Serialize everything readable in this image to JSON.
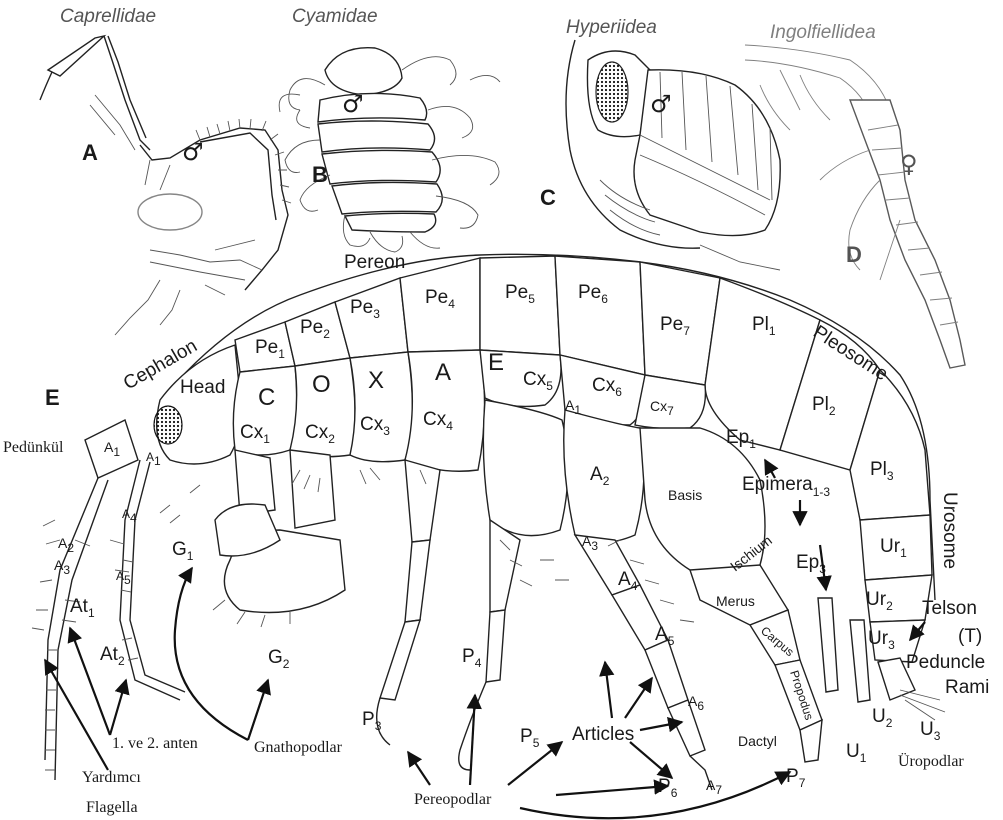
{
  "panels": {
    "a": {
      "taxon": "Caprellidae",
      "letter": "A",
      "sex": "♂"
    },
    "b": {
      "taxon": "Cyamidae",
      "letter": "B",
      "sex": "♂"
    },
    "c": {
      "taxon": "Hyperiidea",
      "letter": "C",
      "sex": "♂"
    },
    "d": {
      "taxon": "Ingolfiellidea",
      "letter": "D",
      "sex": "♀"
    },
    "e": {
      "letter": "E"
    }
  },
  "body_regions": {
    "pereon": "Pereon",
    "cephalon": "Cephalon",
    "pleosome": "Pleosome",
    "urosome": "Urosome",
    "head": "Head"
  },
  "pereonites": [
    {
      "base": "Pe",
      "sub": "1"
    },
    {
      "base": "Pe",
      "sub": "2"
    },
    {
      "base": "Pe",
      "sub": "3"
    },
    {
      "base": "Pe",
      "sub": "4"
    },
    {
      "base": "Pe",
      "sub": "5"
    },
    {
      "base": "Pe",
      "sub": "6"
    },
    {
      "base": "Pe",
      "sub": "7"
    }
  ],
  "pleonites": [
    {
      "base": "Pl",
      "sub": "1"
    },
    {
      "base": "Pl",
      "sub": "2"
    },
    {
      "base": "Pl",
      "sub": "3"
    }
  ],
  "coxa_word": [
    "C",
    "O",
    "X",
    "A",
    "E"
  ],
  "coxae": [
    {
      "base": "Cx",
      "sub": "1"
    },
    {
      "base": "Cx",
      "sub": "2"
    },
    {
      "base": "Cx",
      "sub": "3"
    },
    {
      "base": "Cx",
      "sub": "4"
    },
    {
      "base": "Cx",
      "sub": "5"
    },
    {
      "base": "Cx",
      "sub": "6"
    },
    {
      "base": "Cx",
      "sub": "7"
    }
  ],
  "epimera": {
    "ep1": {
      "base": "Ep",
      "sub": "1"
    },
    "ep3": {
      "base": "Ep",
      "sub": "3"
    },
    "label": "Epimera",
    "label_sub": "1-3"
  },
  "urosomites": [
    {
      "base": "Ur",
      "sub": "1"
    },
    {
      "base": "Ur",
      "sub": "2"
    },
    {
      "base": "Ur",
      "sub": "3"
    }
  ],
  "leg_segments": {
    "basis": "Basis",
    "ischium": "Ischium",
    "merus": "Merus",
    "carpus": "Carpus",
    "propodus": "Propodus",
    "dactyl": "Dactyl"
  },
  "articles": [
    {
      "base": "A",
      "sub": "1"
    },
    {
      "base": "A",
      "sub": "2"
    },
    {
      "base": "A",
      "sub": "3"
    },
    {
      "base": "A",
      "sub": "4"
    },
    {
      "base": "A",
      "sub": "5"
    },
    {
      "base": "A",
      "sub": "6"
    },
    {
      "base": "A",
      "sub": "7"
    }
  ],
  "antenna_articles": [
    {
      "base": "A",
      "sub": "1"
    },
    {
      "base": "A",
      "sub": "2"
    },
    {
      "base": "A",
      "sub": "3"
    },
    {
      "base": "A",
      "sub": "4"
    },
    {
      "base": "A",
      "sub": "5"
    },
    {
      "base": "A",
      "sub": "1"
    }
  ],
  "antennae": {
    "at1": {
      "base": "At",
      "sub": "1"
    },
    "at2": {
      "base": "At",
      "sub": "2"
    }
  },
  "gnathopods": {
    "g1": {
      "base": "G",
      "sub": "1"
    },
    "g2": {
      "base": "G",
      "sub": "2"
    }
  },
  "pereopods": [
    {
      "base": "P",
      "sub": "3"
    },
    {
      "base": "P",
      "sub": "4"
    },
    {
      "base": "P",
      "sub": "5"
    },
    {
      "base": "P",
      "sub": "6"
    },
    {
      "base": "P",
      "sub": "7"
    }
  ],
  "uropods": [
    {
      "base": "U",
      "sub": "1"
    },
    {
      "base": "U",
      "sub": "2"
    },
    {
      "base": "U",
      "sub": "3"
    }
  ],
  "labels": {
    "articles": "Articles",
    "telson": "Telson",
    "telson_abbr": "(T)",
    "peduncle": "Peduncle",
    "rami": "Rami",
    "pedunkul": "Pedünkül",
    "antennae_note": "1. ve 2. anten",
    "yardimci": "Yardımcı",
    "flagella": "Flagella",
    "gnathopodlar": "Gnathopodlar",
    "pereopodlar": "Pereopodlar",
    "uropodlar": "Üropodlar"
  }
}
